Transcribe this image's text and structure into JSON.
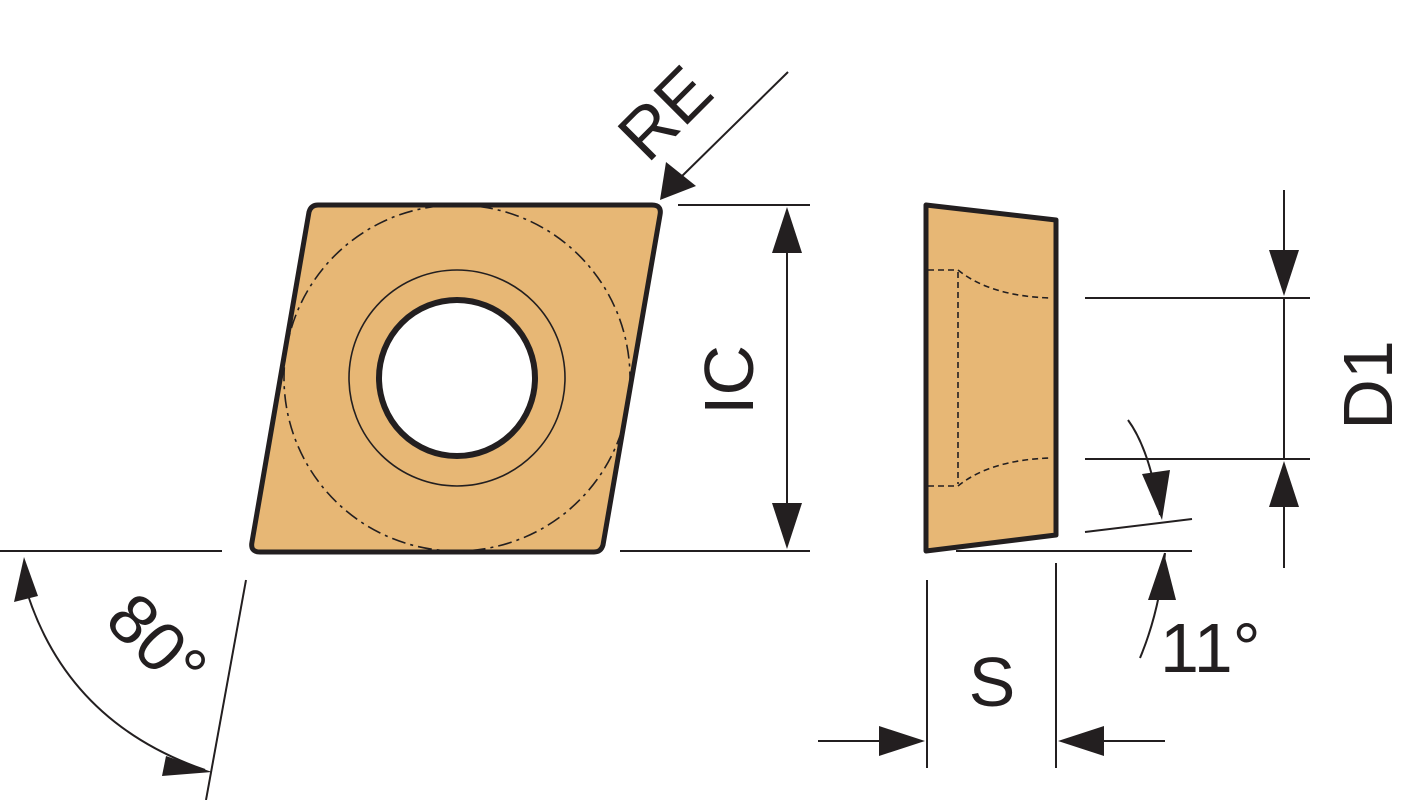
{
  "labels": {
    "corner_radius": "RE",
    "inscribed_circle": "IC",
    "hole_diameter": "D1",
    "thickness": "S",
    "clearance_angle": "11°",
    "insert_angle": "80°"
  },
  "colors": {
    "insert_fill": "#e7b775",
    "line": "#231f20",
    "hole": "#ffffff",
    "background": "#ffffff"
  }
}
